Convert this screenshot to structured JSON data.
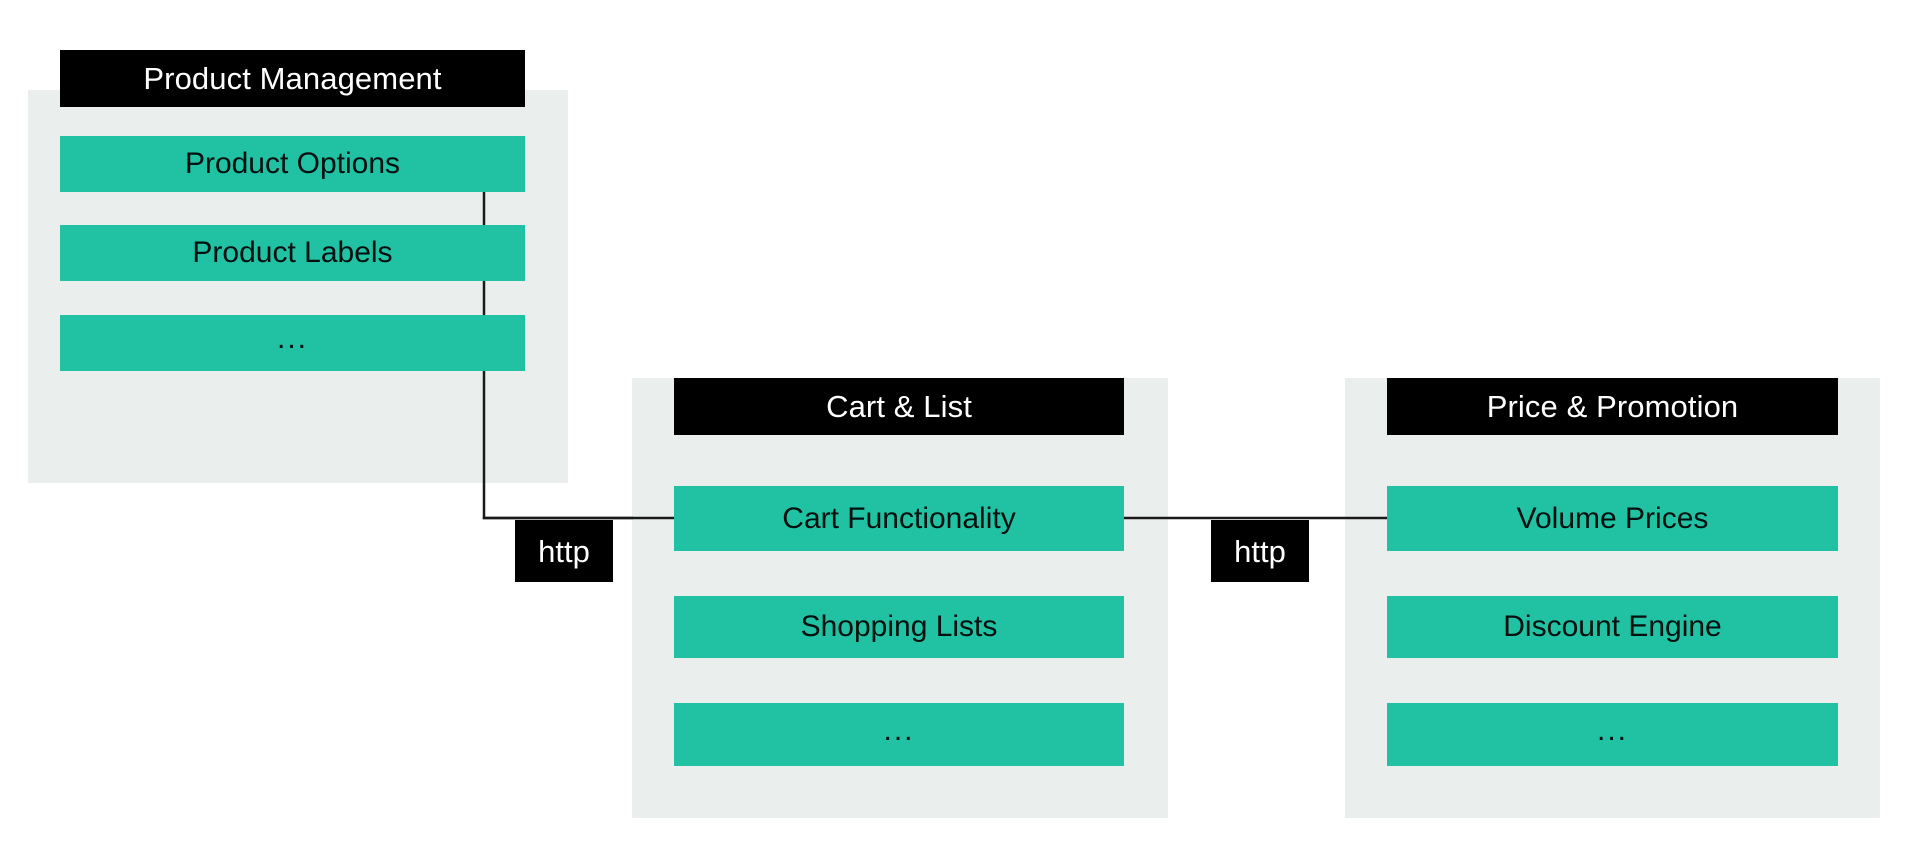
{
  "diagram": {
    "type": "system-architecture-block-diagram",
    "background_color": "#ffffff",
    "panel_color": "#eaeeed",
    "header_color": "#000000",
    "component_color": "#21c1a4",
    "connector_color": "#1a1a1a",
    "groups": [
      {
        "id": "product-management",
        "title": "Product Management",
        "components": [
          {
            "id": "product-options",
            "label": "Product Options"
          },
          {
            "id": "product-labels",
            "label": "Product Labels"
          },
          {
            "id": "product-more",
            "label": "..."
          }
        ]
      },
      {
        "id": "cart-and-list",
        "title": "Cart & List",
        "components": [
          {
            "id": "cart-functionality",
            "label": "Cart Functionality"
          },
          {
            "id": "shopping-lists",
            "label": "Shopping Lists"
          },
          {
            "id": "cart-more",
            "label": "..."
          }
        ]
      },
      {
        "id": "price-and-promotion",
        "title": "Price & Promotion",
        "components": [
          {
            "id": "volume-prices",
            "label": "Volume Prices"
          },
          {
            "id": "discount-engine",
            "label": "Discount Engine"
          },
          {
            "id": "price-more",
            "label": "..."
          }
        ]
      }
    ],
    "connections": [
      {
        "id": "product-management-to-cart",
        "from": "product-management",
        "to": "cart-functionality",
        "protocol": "http"
      },
      {
        "id": "cart-to-price",
        "from": "cart-functionality",
        "to": "volume-prices",
        "protocol": "http"
      }
    ]
  }
}
